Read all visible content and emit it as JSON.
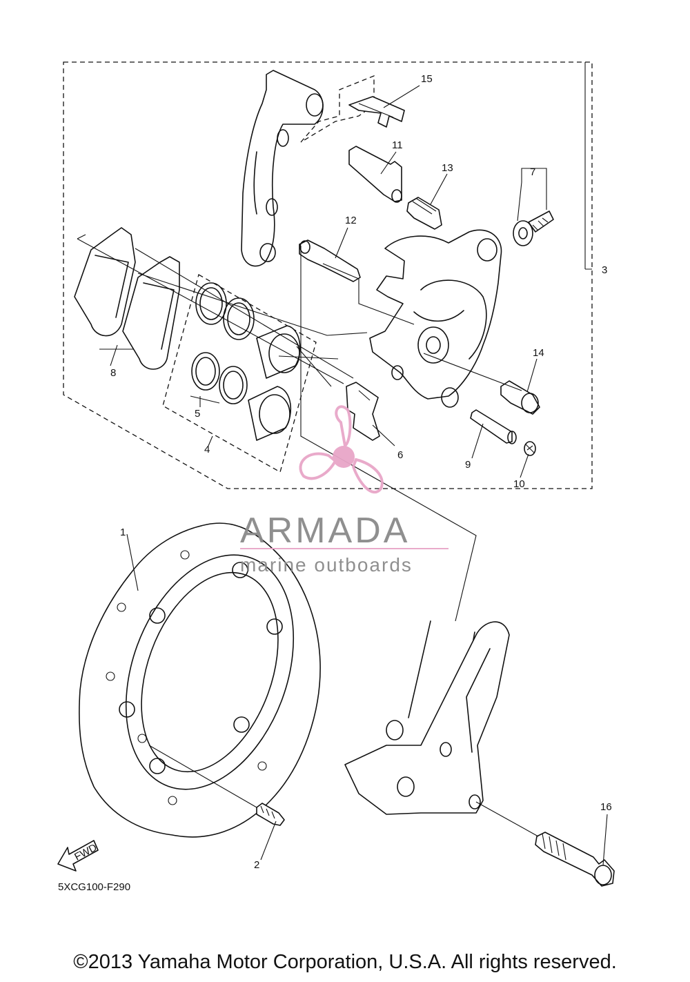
{
  "diagram_code": "5XCG100-F290",
  "copyright": "©2013 Yamaha Motor Corporation, U.S.A. All rights reserved.",
  "fwd_label": "FWD",
  "watermark": {
    "name": "ARMADA",
    "tagline": "marine outboards",
    "accent_color": "#e8a6c8",
    "gray_color": "#8a8a8a"
  },
  "callouts": {
    "c1": "1",
    "c2": "2",
    "c3": "3",
    "c4": "4",
    "c5": "5",
    "c6": "6",
    "c7": "7",
    "c8": "8",
    "c9": "9",
    "c10": "10",
    "c11": "11",
    "c12": "12",
    "c13": "13",
    "c14": "14",
    "c15": "15",
    "c16": "16"
  }
}
